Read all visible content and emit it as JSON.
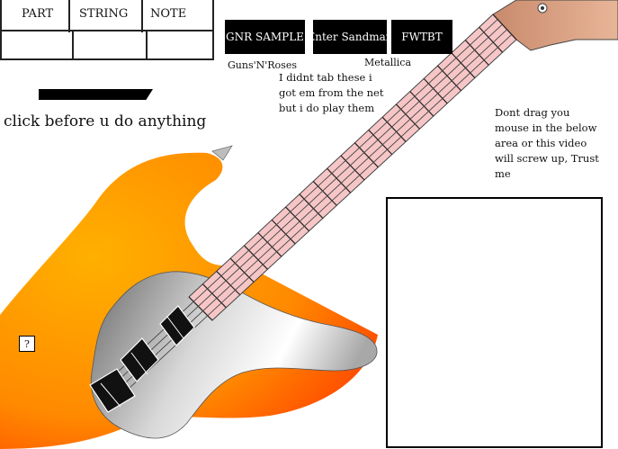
{
  "tab_table": {
    "columns": [
      "PART",
      "STRING",
      "NOTE"
    ]
  },
  "songs": [
    {
      "label": "GNR SAMPLE",
      "caption": "Guns'N'Roses"
    },
    {
      "label": "Enter Sandman",
      "caption": "Metallica"
    },
    {
      "label": "FWTBT",
      "caption": ""
    }
  ],
  "tab_note": "I didnt tab these i got em from the net but i do play them",
  "instruction": "click before u do anything",
  "warning": "Dont drag you mouse in the below area or this video will screw up, Trust me",
  "help_label": "?",
  "colors": {
    "body_light": "#ffb000",
    "body_dark": "#ff3a00",
    "neck": "#d49a7e",
    "fretboard": "#f6c6c6",
    "pickguard": "#9a9a9a"
  }
}
